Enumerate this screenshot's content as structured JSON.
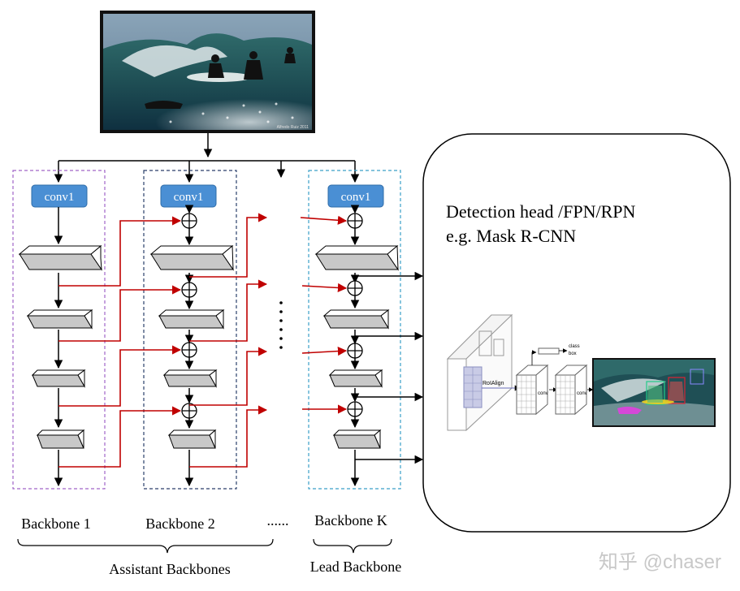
{
  "conv_label": "conv1",
  "backbones": [
    {
      "label": "Backbone 1"
    },
    {
      "label": "Backbone 2"
    },
    {
      "label": "Backbone K"
    }
  ],
  "dots_label": "......",
  "group_labels": {
    "assistant": "Assistant Backbones",
    "lead": "Lead Backbone"
  },
  "head": {
    "line1": "Detection head /FPN/RPN",
    "line2": "e.g. Mask R-CNN"
  },
  "inset": {
    "roialign": "RoIAlign",
    "conv_a": "conv",
    "conv_b": "conv",
    "class_label": "class",
    "box_label": "box"
  },
  "photo_credit": "Alfredo Ruiz 2011",
  "watermark": "知乎 @chaser",
  "colors": {
    "conv_fill": "#4a8fd4",
    "red_arrow": "#c00000",
    "purple_dash": "#a064c8",
    "navy_dash": "#2a3f6a",
    "cyan_dash": "#3a9fc8"
  }
}
